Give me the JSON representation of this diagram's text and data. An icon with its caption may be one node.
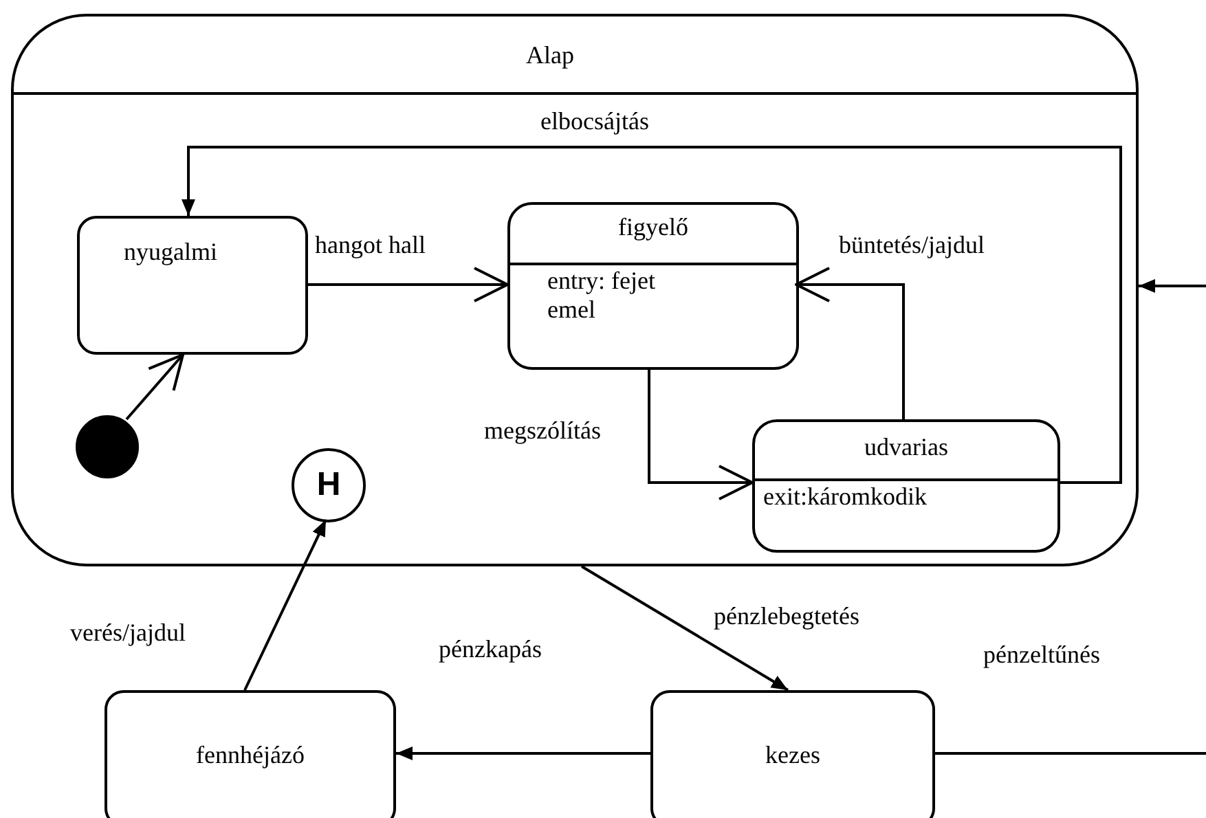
{
  "diagram": {
    "nodes": [
      {
        "text": [
          "Alap"
        ]
      },
      {
        "text": [
          "nyugalmi"
        ],
        "in": 0
      },
      {
        "text": [
          "figyelő",
          "entry: fejet emel"
        ],
        "in": 0
      },
      {
        "text": [
          "udvarias",
          "exit:káromkodik"
        ],
        "in": 0
      },
      {
        "text": [],
        "shape": "circle",
        "in": 0
      },
      {
        "text": [
          "H"
        ],
        "in": 0
      },
      {
        "text": [
          "fennhéjázó"
        ]
      },
      {
        "text": [
          "kezes"
        ]
      }
    ],
    "edges": [
      {
        "from": 1,
        "to": 2,
        "arrow": "to",
        "label": "hangot hall"
      },
      {
        "from": 3,
        "to": 1,
        "arrow": "to",
        "label": "elbocsájtás"
      },
      {
        "from": 3,
        "to": 2,
        "arrow": "to",
        "label": "büntetés/jajdul"
      },
      {
        "from": 2,
        "to": 3,
        "arrow": "to",
        "label": "megszólítás"
      },
      {
        "from": 4,
        "to": 1,
        "arrow": "to"
      },
      {
        "from": null,
        "to": 0,
        "arrow": "to"
      },
      {
        "from": 0,
        "to": 7,
        "arrow": "to",
        "label": "pénzlebegtetés"
      },
      {
        "from": 7,
        "to": 6,
        "arrow": "to",
        "label": "pénzkapás"
      },
      {
        "from": 6,
        "to": 5,
        "arrow": "to",
        "label": "verés/jajdul"
      },
      {
        "from": 7,
        "to": null,
        "arrow": "none",
        "label": "pénzeltűnés"
      }
    ]
  }
}
